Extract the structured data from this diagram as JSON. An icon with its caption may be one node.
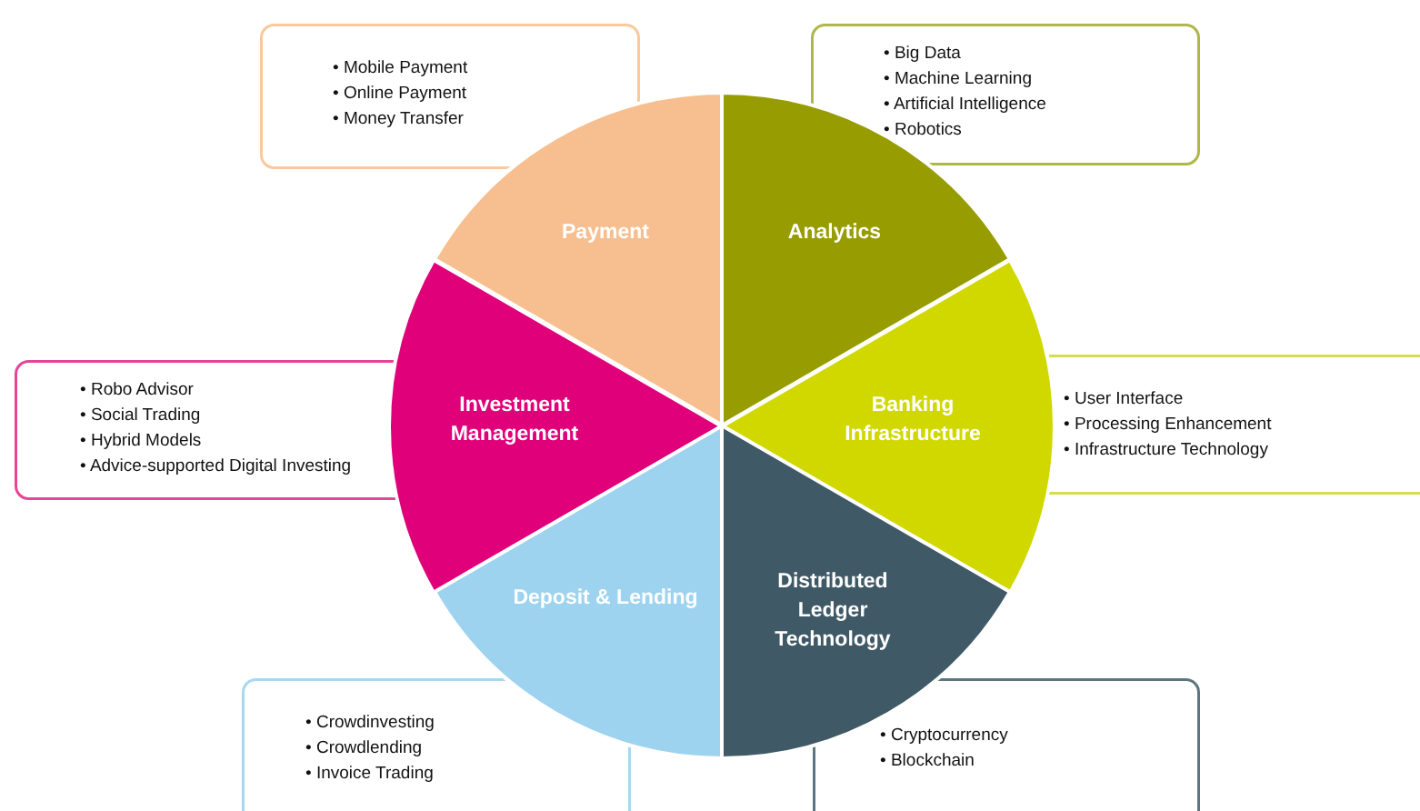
{
  "diagram": {
    "nodes": [
      {
        "text": [
          "• Mobile Payment",
          "• Online Payment",
          "• Money Transfer"
        ]
      },
      {
        "text": [
          "• Big Data",
          "• Machine Learning",
          "• Artificial Intelligence",
          "• Robotics"
        ]
      },
      {
        "text": [
          "Payment"
        ]
      },
      {
        "text": [
          "Analytics"
        ]
      },
      {
        "text": [
          "• Robo Advisor",
          "• Social Trading",
          "• Hybrid Models",
          "• Advice-supported Digital Investing"
        ]
      },
      {
        "text": [
          "Investment Management"
        ]
      },
      {
        "text": [
          "Banking Infrastructure"
        ]
      },
      {
        "text": [
          "• User Interface",
          "• Processing Enhancement",
          "• Infrastructure Technology"
        ]
      },
      {
        "text": [
          "Deposit & Lending"
        ]
      },
      {
        "text": [
          "Distributed Ledger Technology"
        ]
      },
      {
        "text": [
          "• Crowdinvesting",
          "• Crowdlending",
          "• Invoice Trading"
        ]
      },
      {
        "text": [
          "• Cryptocurrency",
          "• Blockchain"
        ]
      }
    ]
  }
}
